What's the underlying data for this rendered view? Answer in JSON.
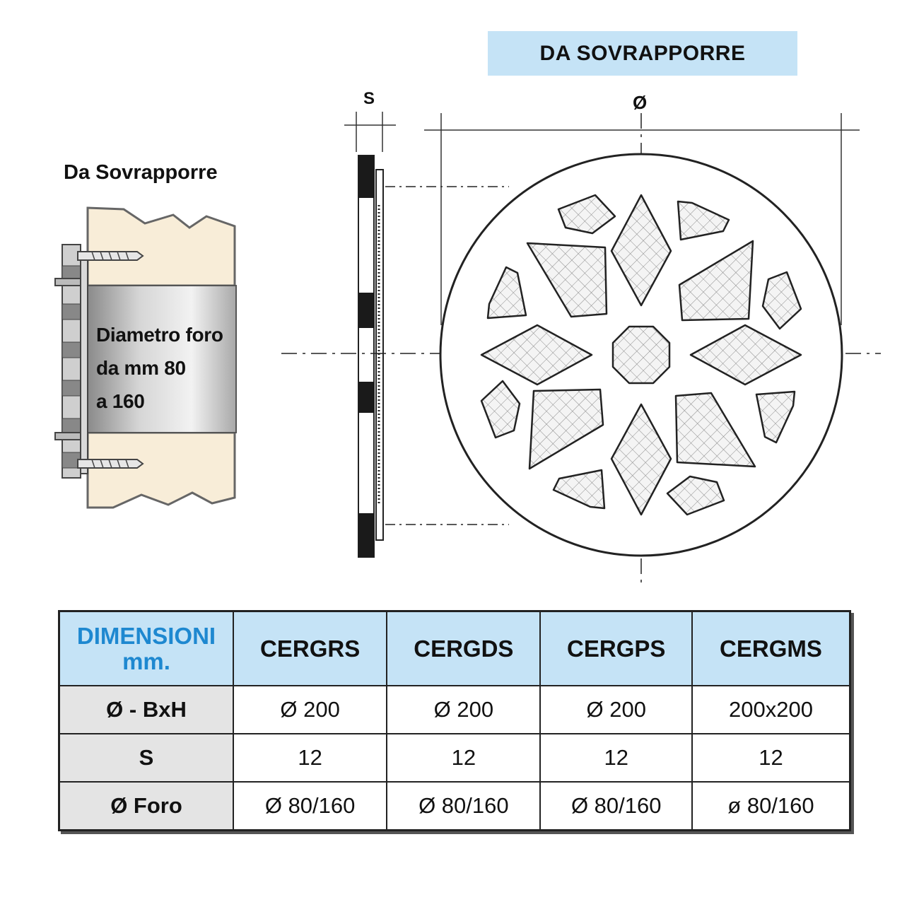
{
  "banner": "DA SOVRAPPORRE",
  "left_title": "Da Sovrapporre",
  "hole_label": "Diametro foro\nda mm 80\na 160",
  "dim_s": "S",
  "dim_diameter": "Ø",
  "colors": {
    "banner_bg": "#c5e3f6",
    "header_accent": "#1e88d0",
    "row_label_bg": "#e4e4e4",
    "wall": "#f8edd8"
  },
  "table": {
    "corner": "DIMENSIONI\nmm.",
    "columns": [
      "CERGRS",
      "CERGDS",
      "CERGPS",
      "CERGMS"
    ],
    "rows": [
      {
        "label": "Ø - BxH",
        "values": [
          "Ø 200",
          "Ø 200",
          "Ø 200",
          "200x200"
        ]
      },
      {
        "label": "S",
        "values": [
          "12",
          "12",
          "12",
          "12"
        ]
      },
      {
        "label": "Ø Foro",
        "values": [
          "Ø 80/160",
          "Ø 80/160",
          "Ø 80/160",
          "ø 80/160"
        ]
      }
    ]
  }
}
